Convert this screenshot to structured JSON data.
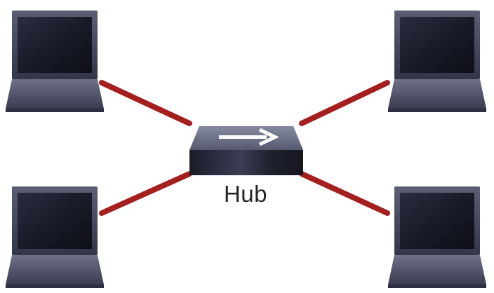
{
  "hub": {
    "label": "Hub",
    "icon": "right-arrow-icon"
  },
  "devices": [
    {
      "name": "laptop-top-left",
      "icon": "laptop-icon"
    },
    {
      "name": "laptop-top-right",
      "icon": "laptop-icon"
    },
    {
      "name": "laptop-bottom-left",
      "icon": "laptop-icon"
    },
    {
      "name": "laptop-bottom-right",
      "icon": "laptop-icon"
    }
  ],
  "colors": {
    "cable": "#a51f1f",
    "laptop_body": "#3d3f52",
    "screen": "#181a26",
    "hub_top": "#6b6f83",
    "hub_front": "#1c1d2b",
    "label": "#262626"
  }
}
